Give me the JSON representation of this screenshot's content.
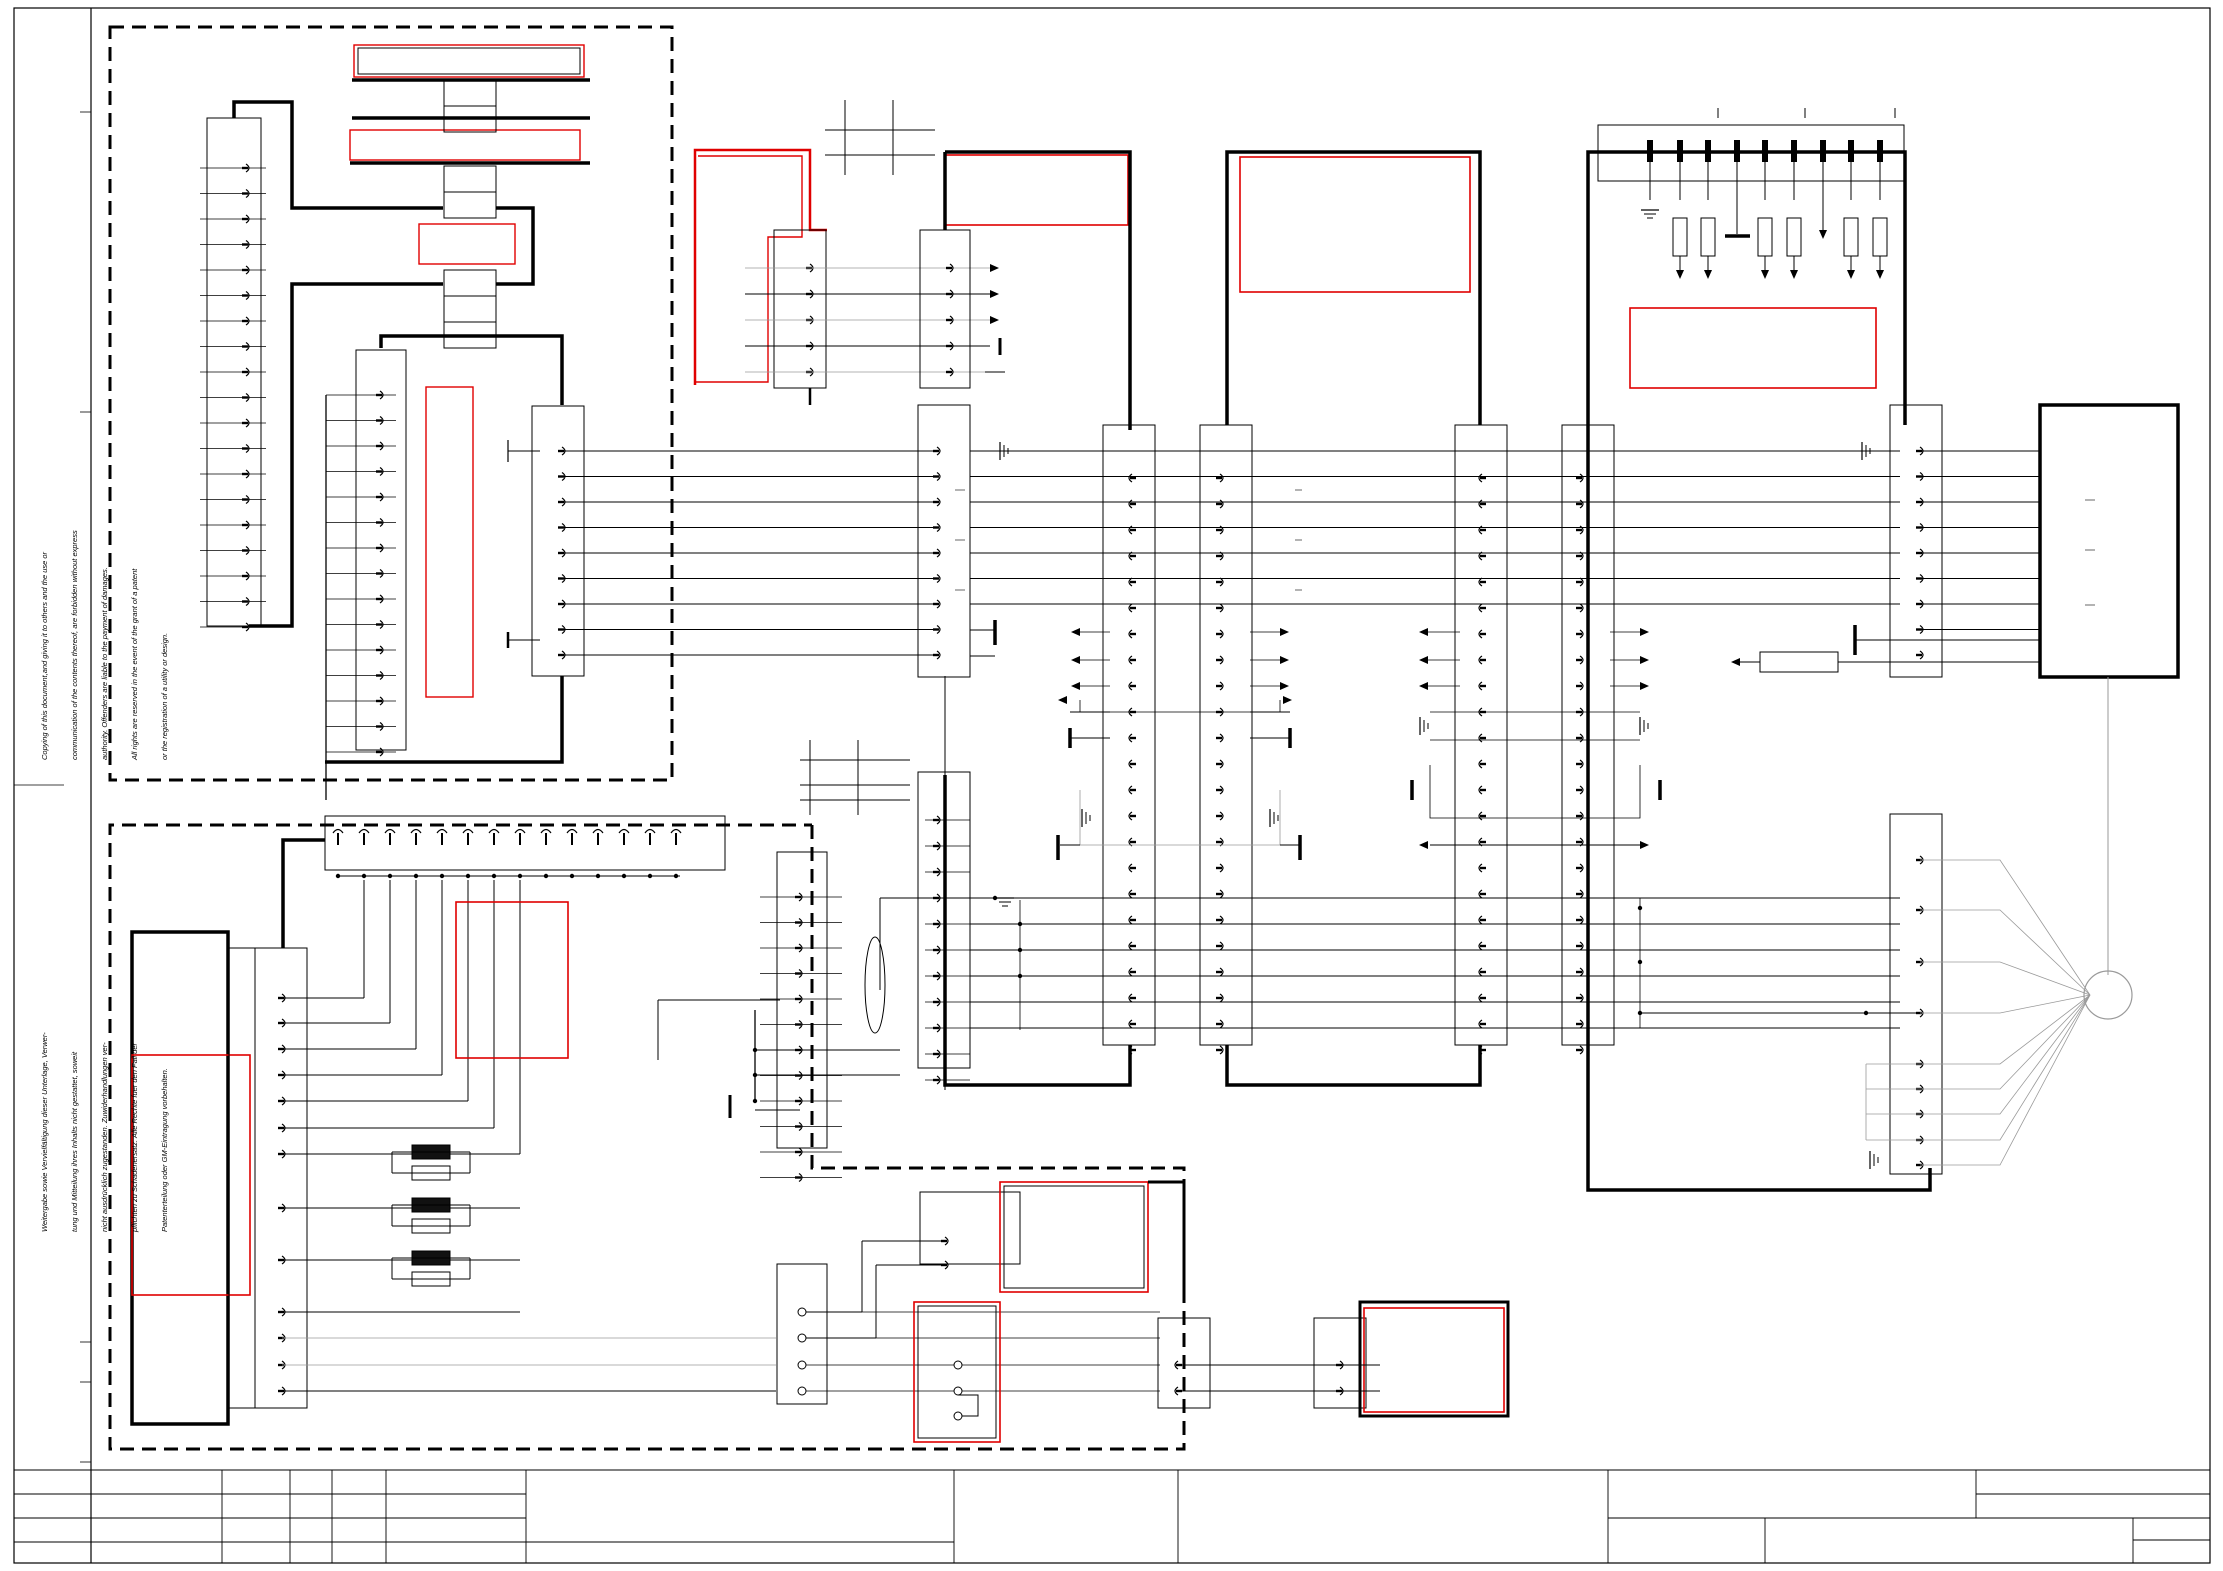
{
  "notice_en": {
    "line1": "Copying of this document,and giving it to others and the use or",
    "line2": "communication of the contents thereof, are forbidden without express",
    "line3": "authority. Offenders are liable to the payment of damages.",
    "line4": "All rights are reserved in the event of the grant of a patent",
    "line5": "or the registration of a utility or design."
  },
  "notice_de": {
    "line1": "Weitergabe sowie Vervielfältigung dieser Unterlage, Verwer-",
    "line2": "tung und Mitteilung ihres Inhalts nicht gestattet, soweit",
    "line3": "nicht ausdrücklich zugestanden. Zuwiderhandlungen ver-",
    "line4": "pflichten zu Schadenersatz. Alle Rechte fuer den Fall der",
    "line5": "Patenterteilung oder GM-Eintragung vorbehalten."
  },
  "colors": {
    "line": "#000000",
    "highlight": "#e00000",
    "grey": "#9a9a9a"
  },
  "icons": [
    "ground-icon",
    "arrow-icon",
    "resistor-icon",
    "fuse-icon",
    "terminal-icon",
    "sensor-icon"
  ]
}
